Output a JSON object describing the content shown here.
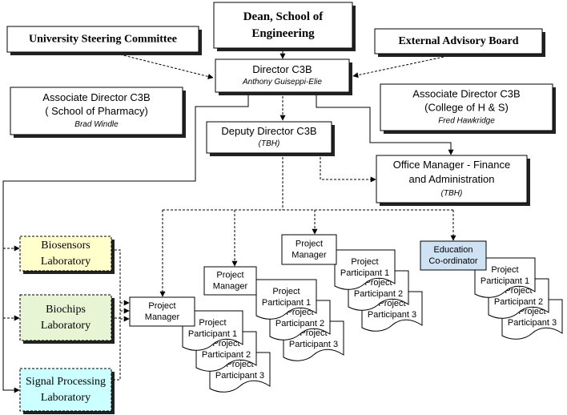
{
  "top": {
    "dean": [
      "Dean, School of",
      "Engineering"
    ],
    "steering": [
      "University Steering Committee"
    ],
    "external": [
      "External  Advisory Board"
    ],
    "director": [
      "Director C3B",
      "Anthony Guiseppi-Elie"
    ],
    "assoc_pharmacy": [
      "Associate Director C3B",
      "( School of Pharmacy)",
      "Brad Windle"
    ],
    "assoc_hs": [
      "Associate Director C3B",
      "(College of H & S)",
      "Fred Hawkridge"
    ],
    "deputy": [
      "Deputy Director C3B",
      "(TBH)"
    ],
    "office": [
      "Office Manager - Finance",
      "and Administration",
      "(TBH)"
    ]
  },
  "labs": [
    {
      "lines": [
        "Biosensors",
        "Laboratory"
      ],
      "color": "#ffffcc"
    },
    {
      "lines": [
        "Biochips",
        "Laboratory"
      ],
      "color": "#e8f5d4"
    },
    {
      "lines": [
        "Signal Processing",
        "Laboratory"
      ],
      "color": "#ccffff"
    }
  ],
  "groups": [
    {
      "lead": [
        "Project",
        "Manager"
      ],
      "lead_color": "#ffffff",
      "participants": [
        [
          "Project",
          "Participant 1"
        ],
        [
          "Project",
          "Participant 2"
        ],
        [
          "Project",
          "Participant 3"
        ]
      ]
    },
    {
      "lead": [
        "Project",
        "Manager"
      ],
      "lead_color": "#ffffff",
      "participants": [
        [
          "Project",
          "Participant 1"
        ],
        [
          "Project",
          "Participant 2"
        ],
        [
          "Project",
          "Participant 3"
        ]
      ]
    },
    {
      "lead": [
        "Project",
        "Manager"
      ],
      "lead_color": "#ffffff",
      "participants": [
        [
          "Project",
          "Participant 1"
        ],
        [
          "Project",
          "Participant 2"
        ],
        [
          "Project",
          "Participant 3"
        ]
      ]
    },
    {
      "lead": [
        "Education",
        "Co-ordinator"
      ],
      "lead_color": "#cfe2f3",
      "participants": [
        [
          "Project",
          "Participant 1"
        ],
        [
          "Project",
          "Participant 2"
        ],
        [
          "Project",
          "Participant 3"
        ]
      ]
    }
  ]
}
